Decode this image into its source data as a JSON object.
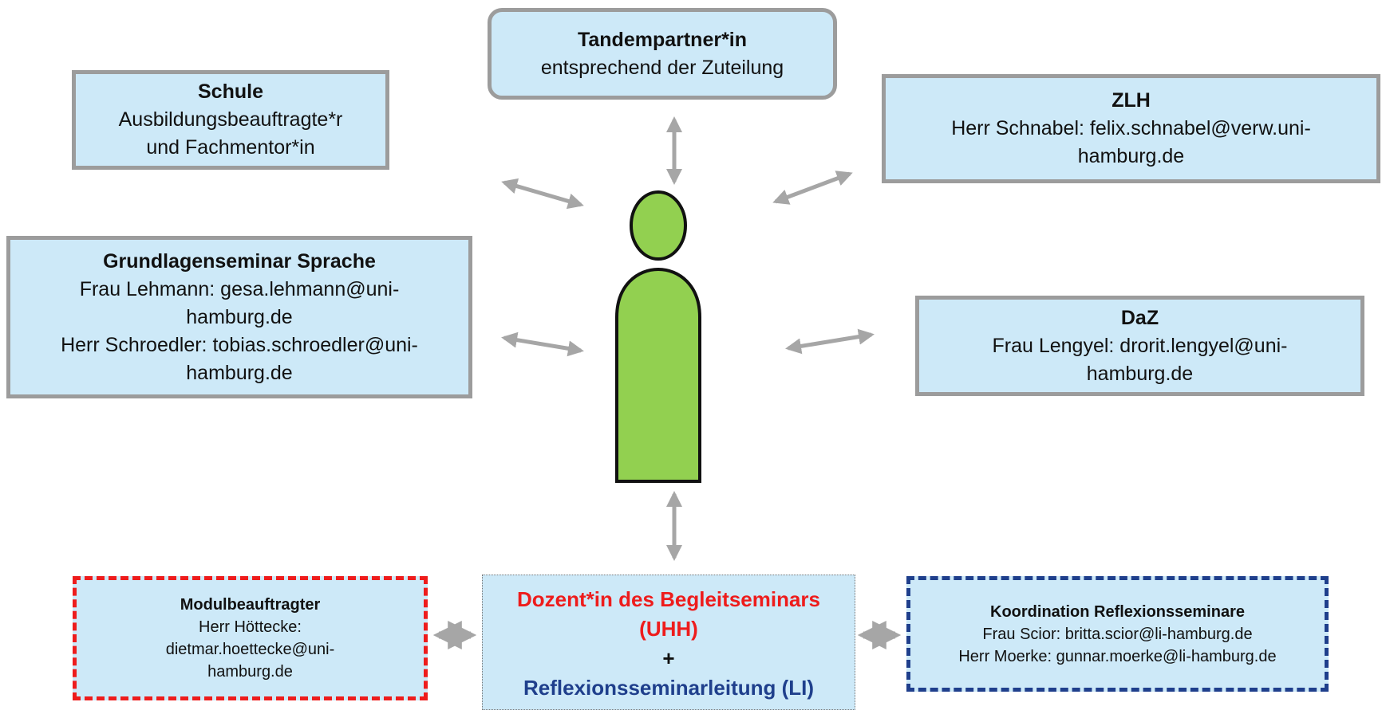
{
  "tandem": {
    "title": "Tandempartner*in",
    "line1": "entsprechend der Zuteilung"
  },
  "schule": {
    "title": "Schule",
    "line1": "Ausbildungsbeauftragte*r",
    "line2": "und Fachmentor*in"
  },
  "zlh": {
    "title": "ZLH",
    "line1": "Herr Schnabel: felix.schnabel@verw.uni-",
    "line2": "hamburg.de"
  },
  "grundlagen": {
    "title": "Grundlagenseminar Sprache",
    "line1": "Frau Lehmann: gesa.lehmann@uni-",
    "line2": "hamburg.de",
    "line3": "Herr Schroedler: tobias.schroedler@uni-",
    "line4": "hamburg.de"
  },
  "daz": {
    "title": "DaZ",
    "line1": "Frau Lengyel: drorit.lengyel@uni-",
    "line2": "hamburg.de"
  },
  "modul": {
    "title": "Modulbeauftragter",
    "line1": "Herr Höttecke:",
    "line2": "dietmar.hoettecke@uni-",
    "line3": "hamburg.de"
  },
  "dozent": {
    "line1": "Dozent*in des Begleitseminars",
    "line2": "(UHH)",
    "plus": "+",
    "line3": "Reflexionsseminarleitung (LI)"
  },
  "koordination": {
    "title": "Koordination Reflexionsseminare",
    "line1": "Frau Scior: britta.scior@li-hamburg.de",
    "line2": "Herr Moerke: gunnar.moerke@li-hamburg.de"
  },
  "colors": {
    "box_fill": "#cde9f8",
    "box_border": "#9c9c9c",
    "person_fill": "#92d050",
    "accent_red": "#ee1c1c",
    "accent_blue": "#1f3f8c",
    "arrow": "#a6a6a6"
  }
}
